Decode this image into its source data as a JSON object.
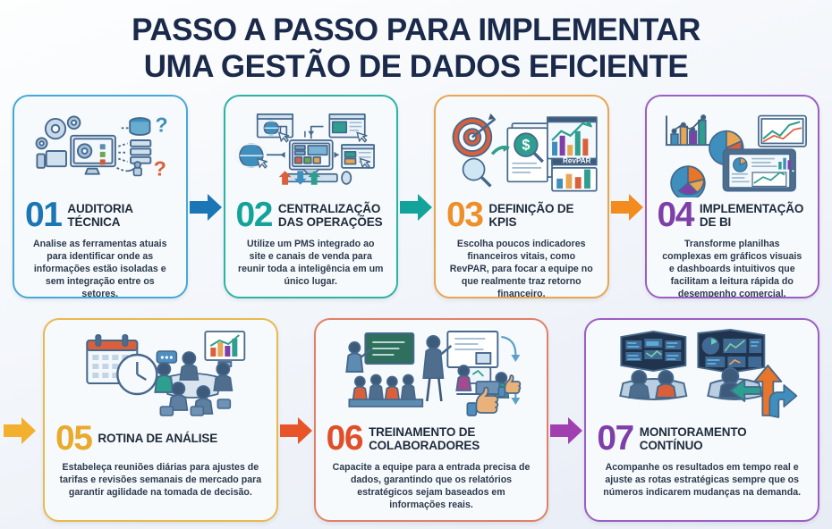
{
  "title": {
    "line1": "PASSO A PASSO PARA IMPLEMENTAR",
    "line2": "UMA GESTÃO DE DADOS EFICIENTE",
    "color": "#1b2a4a"
  },
  "background": {
    "from": "#fdfefe",
    "to": "#e7ecf5"
  },
  "steps": [
    {
      "number": "01",
      "title": "AUDITORIA TÉCNICA",
      "body": "Analise as ferramentas atuais para identificar onde as informações estão isoladas e sem integração entre os setores.",
      "accent": "#1b76b5",
      "border": "#46a8d8",
      "icon": "gears-devices-database-icon"
    },
    {
      "number": "02",
      "title": "CENTRALIZAÇÃO DAS OPERAÇÕES",
      "body": "Utilize um PMS integrado ao site e canais de venda para reunir toda a inteligência em um único lugar.",
      "accent": "#14a39a",
      "border": "#2bb3a3",
      "icon": "globe-browsers-desktop-icon"
    },
    {
      "number": "03",
      "title": "DEFINIÇÃO DE KPIS",
      "body": "Escolha poucos indicadores financeiros vitais, como RevPAR, para focar a equipe no que realmente traz retorno financeiro.",
      "accent": "#ef8f2a",
      "border": "#e8a552",
      "icon": "target-magnifier-charts-icon",
      "chart_label": "RevPAR"
    },
    {
      "number": "04",
      "title": "IMPLEMENTAÇÃO DE BI",
      "body": "Transforme planilhas complexas em gráficos visuais e dashboards intuitivos que facilitam a leitura rápida do desempenho comercial.",
      "accent": "#7e3fa8",
      "border": "#9b5ec4",
      "icon": "charts-pie-tablet-dashboard-icon"
    },
    {
      "number": "05",
      "title": "ROTINA DE ANÁLISE",
      "body": "Estabeleça reuniões diárias para ajustes de tarifas e revisões semanais de mercado para garantir agilidade na tomada de decisão.",
      "accent": "#e9aa2e",
      "border": "#e8b94f",
      "icon": "calendar-clock-meeting-icon"
    },
    {
      "number": "06",
      "title": "TREINAMENTO DE COLABORADORES",
      "body": "Capacite a equipe para a entrada precisa de dados, garantindo que os relatórios estratégicos sejam baseados em informações reais.",
      "accent": "#e04e2a",
      "border": "#e08068",
      "icon": "classroom-training-thumbsup-icon"
    },
    {
      "number": "07",
      "title": "MONITORAMENTO CONTÍNUO",
      "body": "Acompanhe os resultados em tempo real e ajuste as rotas estratégicas sempre que os números indicarem mudanças na demanda.",
      "accent": "#7e3fa8",
      "border": "#9b5ec4",
      "icon": "control-room-monitors-arrows-icon"
    }
  ],
  "connectors": [
    {
      "name": "arrow-01-to-02",
      "color": "#1b76b5"
    },
    {
      "name": "arrow-02-to-03",
      "color": "#14a39a"
    },
    {
      "name": "arrow-03-to-04",
      "color": "#f28c1e"
    },
    {
      "name": "arrow-into-05",
      "color": "#f2b02e"
    },
    {
      "name": "arrow-05-to-06",
      "color": "#e8542a"
    },
    {
      "name": "arrow-06-to-07",
      "color": "#a23fb0"
    }
  ]
}
